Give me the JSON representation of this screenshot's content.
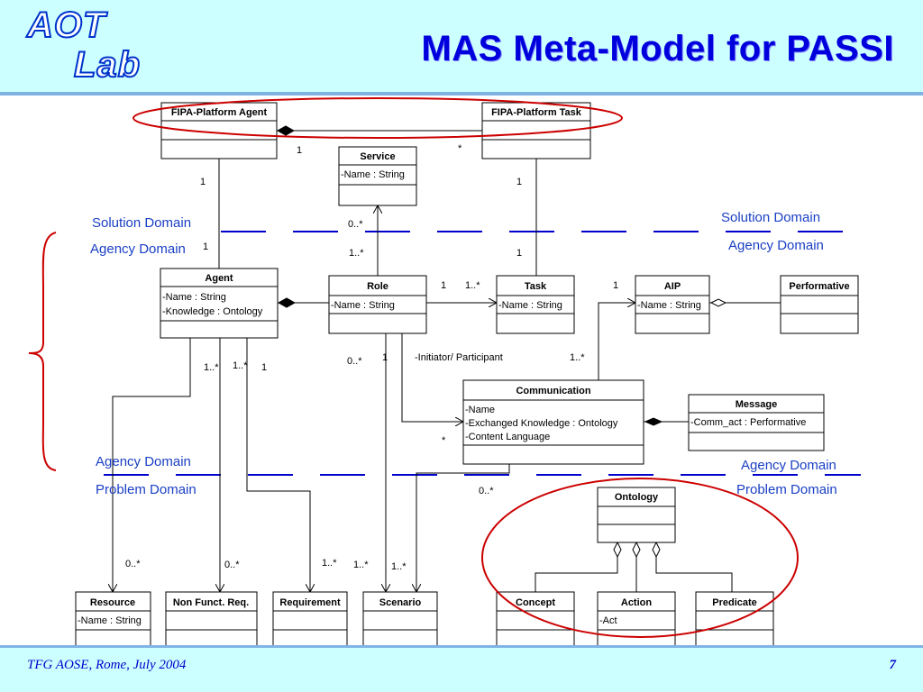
{
  "logo": {
    "line1": "AOT",
    "line2": "Lab"
  },
  "title": "MAS Meta-Model for PASSI",
  "footer": "TFG AOSE, Rome, July 2004",
  "page_number": "7",
  "domains": {
    "solution_left": "Solution Domain",
    "agency_left_1": "Agency Domain",
    "solution_right": "Solution Domain",
    "agency_right_1": "Agency Domain",
    "agency_left_2": "Agency Domain",
    "problem_left": "Problem Domain",
    "agency_right_2": "Agency Domain",
    "problem_right": "Problem Domain"
  },
  "classes": {
    "fipa_agent": {
      "name": "FIPA-Platform Agent"
    },
    "fipa_task": {
      "name": "FIPA-Platform Task"
    },
    "service": {
      "name": "Service",
      "attr1": "-Name : String"
    },
    "agent": {
      "name": "Agent",
      "attr1": "-Name : String",
      "attr2": "-Knowledge : Ontology"
    },
    "role": {
      "name": "Role",
      "attr1": "-Name : String"
    },
    "task": {
      "name": "Task",
      "attr1": "-Name : String"
    },
    "aip": {
      "name": "AIP",
      "attr1": "-Name : String"
    },
    "performative": {
      "name": "Performative"
    },
    "communication": {
      "name": "Communication",
      "attr1": "-Name",
      "attr2": "-Exchanged Knowledge : Ontology",
      "attr3": "-Content Language"
    },
    "message": {
      "name": "Message",
      "attr1": "-Comm_act : Performative"
    },
    "ontology": {
      "name": "Ontology"
    },
    "resource": {
      "name": "Resource",
      "attr1": "-Name : String"
    },
    "nonfunct": {
      "name": "Non Funct. Req."
    },
    "requirement": {
      "name": "Requirement"
    },
    "scenario": {
      "name": "Scenario"
    },
    "concept": {
      "name": "Concept"
    },
    "action": {
      "name": "Action",
      "attr1": "-Act"
    },
    "predicate": {
      "name": "Predicate"
    }
  },
  "multiplicities": {
    "m1": "1",
    "m2": "*",
    "m3": "1",
    "m4": "1",
    "m5": "0..*",
    "m6": "1..*",
    "m7": "1",
    "m8": "1",
    "m9": "1..*",
    "m10": "1",
    "m11": "1..*",
    "m12": "1..*",
    "m13": "1",
    "m14": "0..*",
    "m15": "1",
    "m16": "1..*",
    "m17": "*",
    "m18": "0..*",
    "m19": "0..*",
    "m20": "0..*",
    "m21": "1..*",
    "m22": "1..*",
    "m23": "1..*",
    "m24": "1"
  },
  "labels": {
    "initiator": "-Initiator/ Participant"
  },
  "colors": {
    "background": "#ccffff",
    "title": "#0000dd",
    "domain_line": "#0000cc",
    "ellipse": "#cc0000"
  }
}
